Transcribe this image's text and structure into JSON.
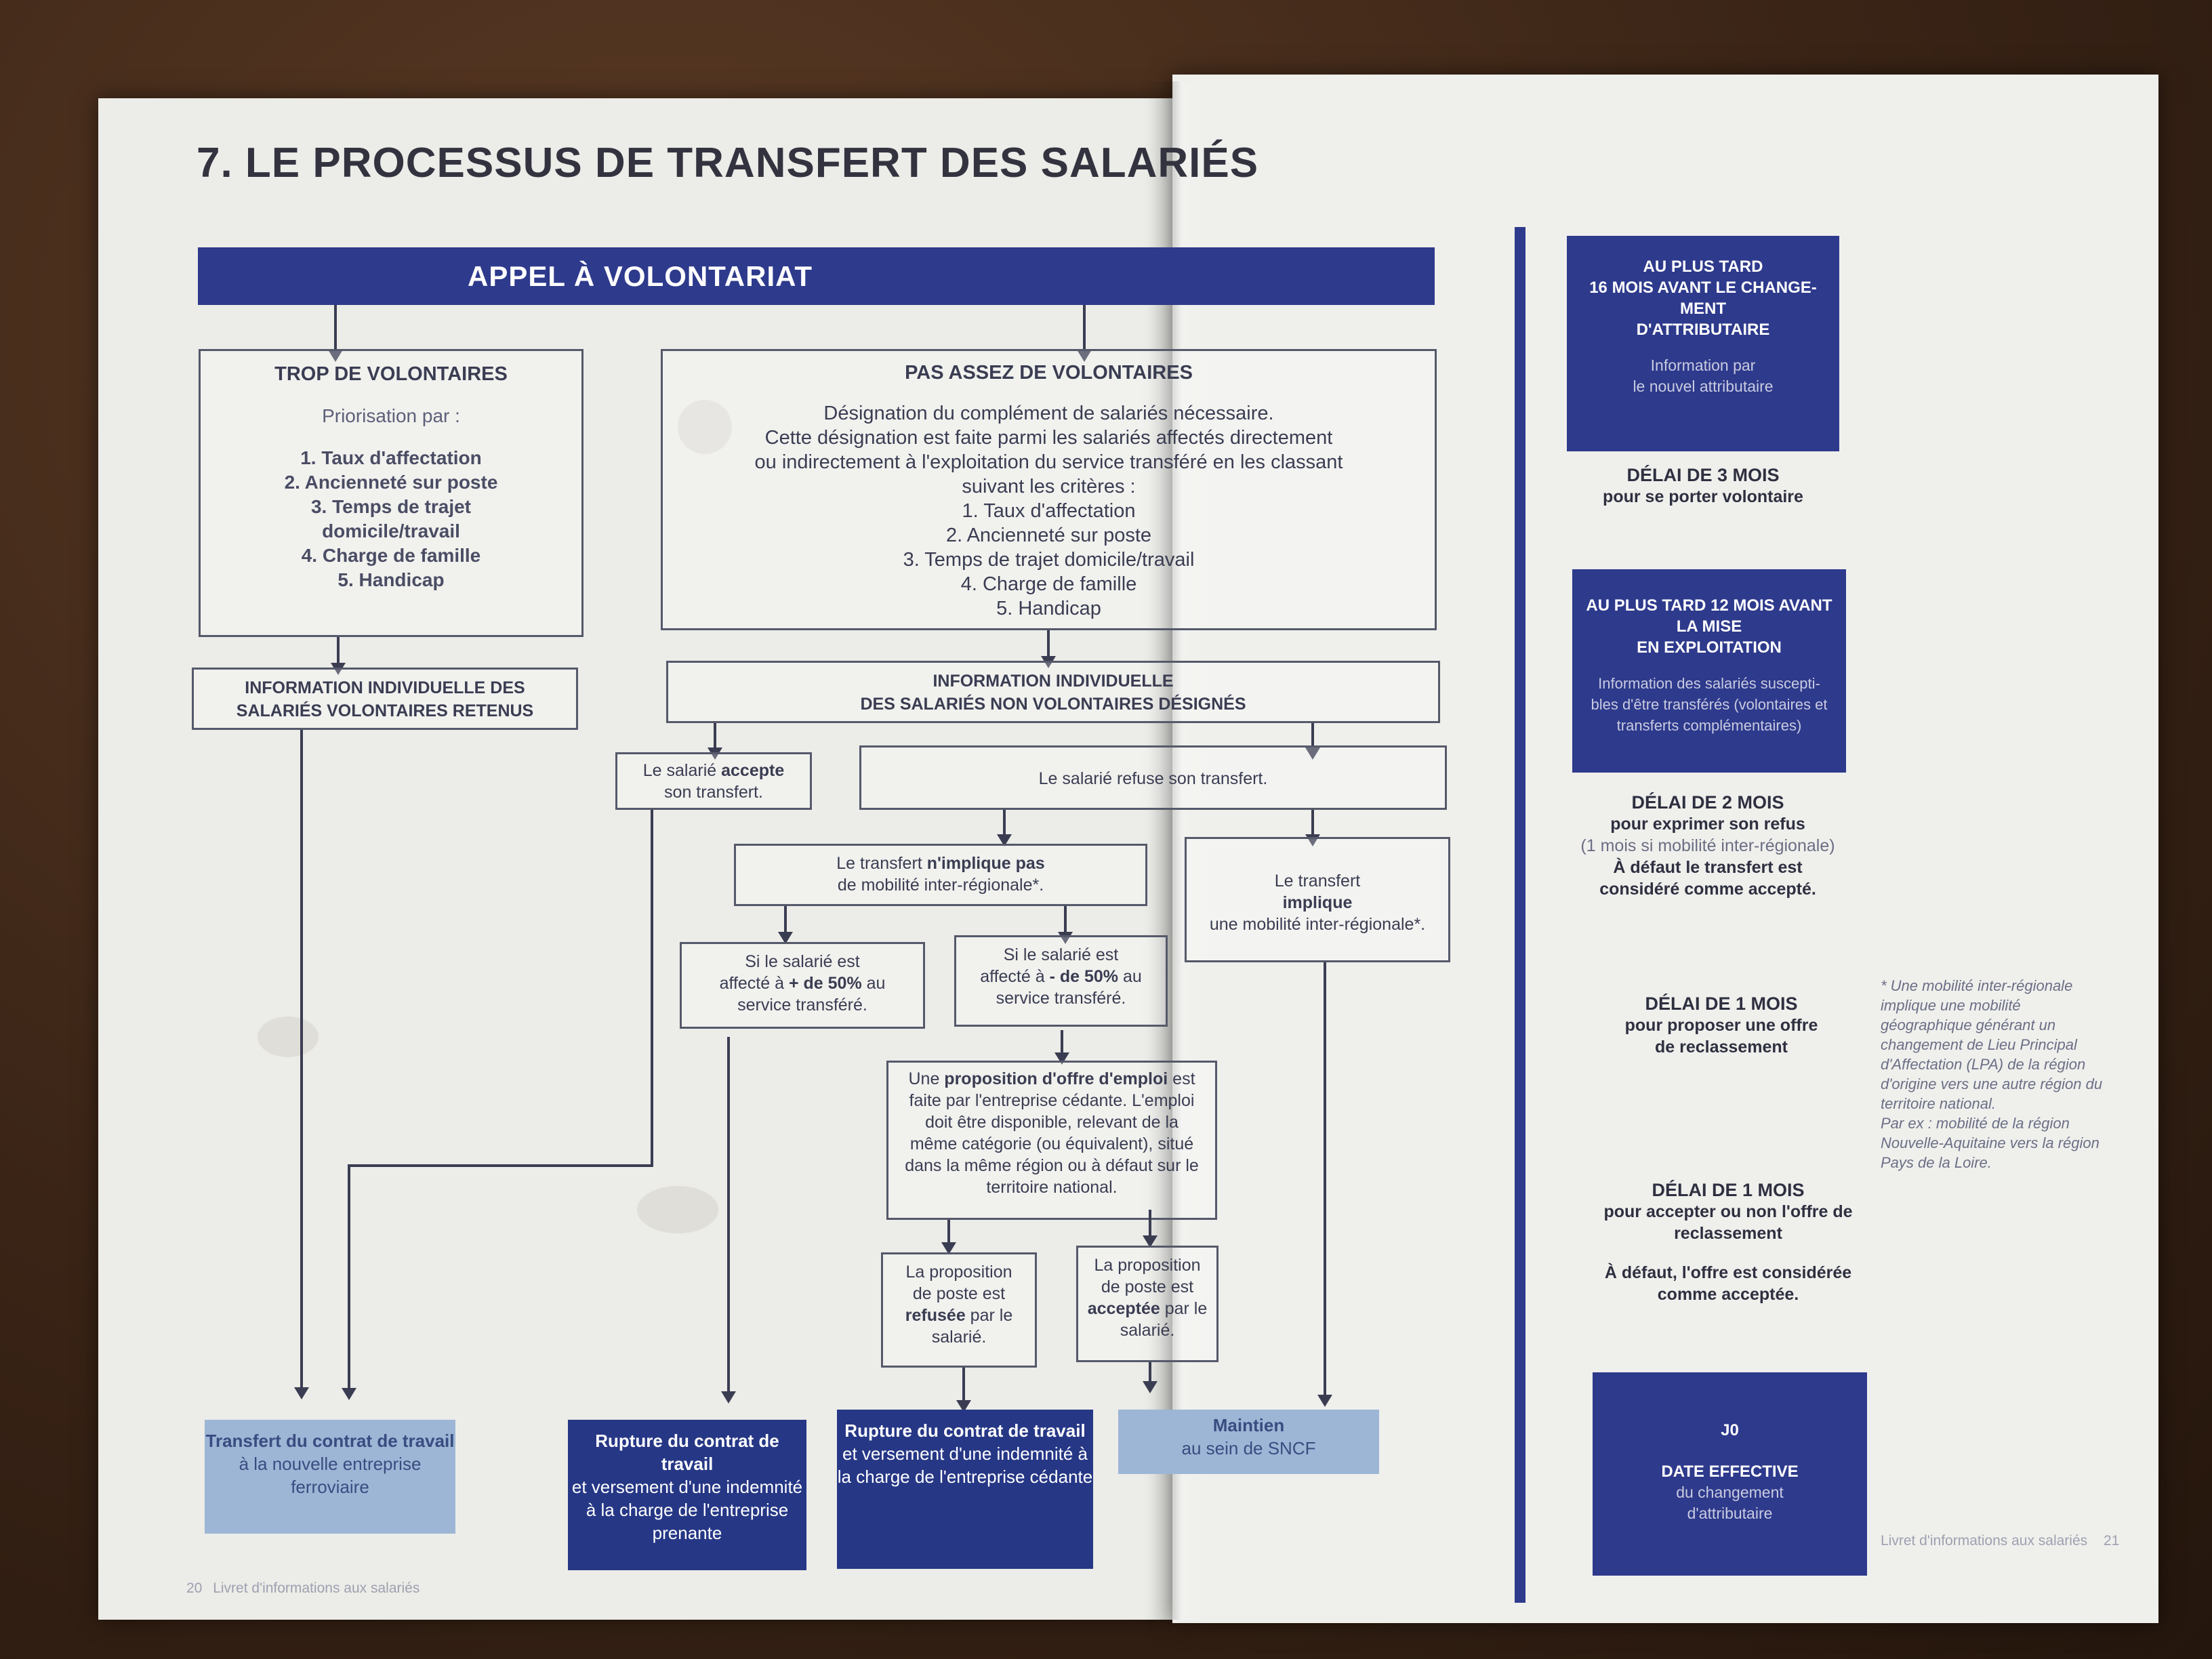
{
  "page": {
    "title": "7. LE PROCESSUS DE TRANSFERT DES SALARIÉS",
    "band": "APPEL À VOLONTARIAT"
  },
  "left_flow": {
    "trop": {
      "title": "TROP DE VOLONTAIRES",
      "intro": "Priorisation par :",
      "items": [
        "1. Taux d'affectation",
        "2. Ancienneté sur poste",
        "3. Temps de trajet",
        "domicile/travail",
        "4. Charge de famille",
        "5. Handicap"
      ]
    },
    "pas_assez": {
      "title": "PAS ASSEZ DE VOLONTAIRES",
      "lines": [
        "Désignation du complément de salariés nécessaire.",
        "Cette désignation est faite parmi les salariés affectés directement",
        "ou indirectement à l'exploitation du service transféré en les classant",
        "suivant les critères :",
        "1. Taux d'affectation",
        "2. Ancienneté sur poste",
        "3. Temps de trajet domicile/travail",
        "4. Charge de famille",
        "5. Handicap"
      ]
    },
    "info_volontaires": [
      "INFORMATION INDIVIDUELLE DES",
      "SALARIÉS VOLONTAIRES RETENUS"
    ],
    "info_designes": [
      "INFORMATION INDIVIDUELLE",
      "DES SALARIÉS NON VOLONTAIRES DÉSIGNÉS"
    ],
    "accepte": {
      "prefix": "Le salarié ",
      "bold": "accepte",
      "suffix": "son transfert."
    },
    "refuse": "Le salarié refuse son transfert.",
    "no_mobility": {
      "prefix": "Le transfert ",
      "bold": "n'implique pas",
      "suffix": "de mobilité inter-régionale*."
    },
    "mobility": {
      "l1": "Le transfert",
      "bold": "implique",
      "l3": "une mobilité inter-régionale*."
    },
    "plus50": {
      "l1": "Si le salarié est",
      "prefix": "affecté à ",
      "bold": "+ de 50%",
      "suffix": " au",
      "l3": "service transféré."
    },
    "moins50": {
      "l1": "Si le salarié est",
      "prefix": "affecté à ",
      "bold": "- de 50%",
      "suffix": " au",
      "l3": "service transféré."
    },
    "proposition": {
      "prefix": "Une ",
      "bold": "proposition d'offre d'emploi",
      "suffix": " est",
      "lines": [
        "faite par l'entreprise cédante. L'emploi",
        "doit être disponible, relevant de la",
        "même catégorie (ou équivalent), situé",
        "dans la même région ou à défaut sur le",
        "territoire national."
      ]
    },
    "refusee": {
      "l1": "La proposition",
      "l2": "de poste est",
      "bold": "refusée",
      "suffix": " par le",
      "l4": "salarié."
    },
    "acceptee": {
      "l1": "La proposition",
      "l2": "de poste est",
      "bold": "acceptée",
      "suffix": " par le",
      "l4": "salarié."
    }
  },
  "outcomes": {
    "transfert": {
      "title": "Transfert du contrat de travail",
      "desc": "à la nouvelle entreprise ferroviaire"
    },
    "rupture_prenante": {
      "title": "Rupture du contrat de travail",
      "desc": "et versement d'une indemnité à la charge de l'entreprise prenante"
    },
    "rupture_cedante": {
      "title": "Rupture du contrat de travail",
      "desc": "et versement d'une indemnité à la charge de l'entreprise cédante"
    },
    "maintien": {
      "title": "Maintien",
      "desc": "au sein de SNCF"
    }
  },
  "timeline": {
    "box16": {
      "title": [
        "AU PLUS TARD",
        "16 MOIS AVANT LE CHANGE-",
        "MENT",
        "D'ATTRIBUTAIRE"
      ],
      "desc": [
        "Information par",
        "le nouvel attributaire"
      ]
    },
    "delay3": {
      "title": "DÉLAI DE 3 MOIS",
      "desc": "pour se porter volontaire"
    },
    "box12": {
      "title": [
        "AU PLUS TARD 12 MOIS AVANT",
        "LA MISE",
        "EN EXPLOITATION"
      ],
      "desc": [
        "Information des salariés suscepti-",
        "bles d'être transférés (volontaires et",
        "transferts complémentaires)"
      ]
    },
    "delay2": {
      "title": "DÉLAI DE 2 MOIS",
      "l1": "pour exprimer son refus",
      "l2": "(1 mois si mobilité inter-régionale)",
      "l3": "À défaut le transfert est",
      "l4": "considéré comme accepté."
    },
    "delay1a": {
      "title": "DÉLAI DE 1 MOIS",
      "l1": "pour proposer une offre",
      "l2": "de reclassement"
    },
    "delay1b": {
      "title": "DÉLAI DE 1 MOIS",
      "l1": "pour accepter ou non l'offre de",
      "l2": "reclassement",
      "l3": "À défaut, l'offre est considérée",
      "l4": "comme acceptée."
    },
    "j0": {
      "title": "J0",
      "sub": "DATE EFFECTIVE",
      "desc": [
        "du changement",
        "d'attributaire"
      ]
    }
  },
  "footnote": [
    "* Une mobilité inter-régionale",
    "implique une mobilité",
    "géographique générant un",
    "changement de Lieu Principal",
    "d'Affectation (LPA) de la région",
    "d'origine vers une autre région du",
    "territoire national.",
    "Par ex : mobilité de la région",
    "Nouvelle-Aquitaine vers la région",
    "Pays de la Loire."
  ],
  "footer": {
    "left_page": "20",
    "left_text": "Livret d'informations aux salariés",
    "right_text": "Livret d'informations aux salariés",
    "right_page": "21"
  }
}
